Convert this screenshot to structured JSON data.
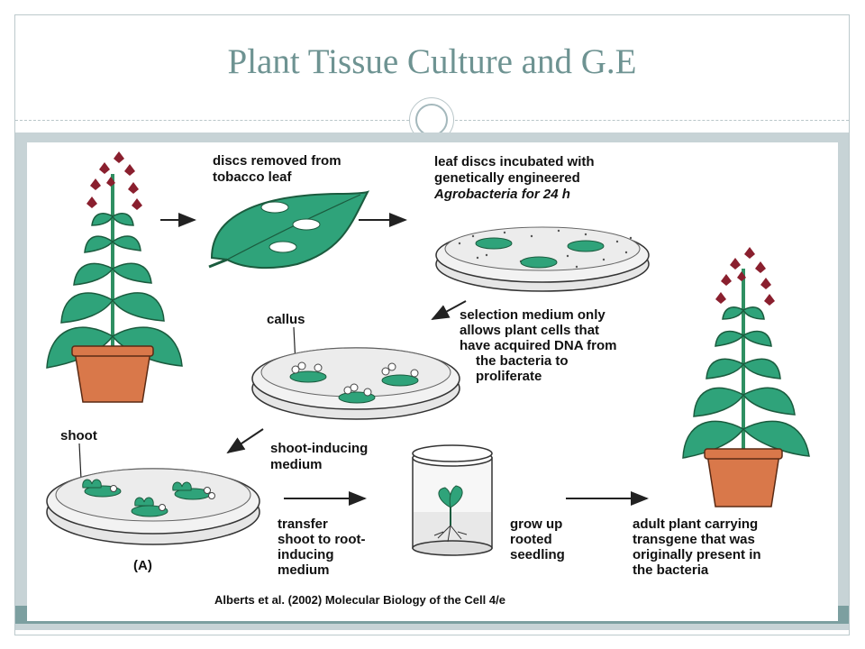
{
  "slide": {
    "title": "Plant Tissue Culture and G.E"
  },
  "figure": {
    "steps": {
      "step1": [
        "discs removed from",
        "tobacco leaf"
      ],
      "step2": [
        "leaf discs incubated with",
        "genetically engineered",
        "Agrobacteria for 24 h"
      ],
      "step3": [
        "selection medium only",
        "allows plant cells that",
        "have acquired DNA from",
        "the bacteria to",
        "proliferate"
      ],
      "step4": [
        "shoot-inducing",
        "medium"
      ],
      "step5": [
        "transfer",
        "shoot to root-",
        "inducing",
        "medium"
      ],
      "step6": [
        "grow up",
        "rooted",
        "seedling"
      ],
      "step7": [
        "adult plant carrying",
        "transgene that was",
        "originally present in",
        "the bacteria"
      ]
    },
    "labels": {
      "callus": "callus",
      "shoot": "shoot",
      "panel": "(A)"
    },
    "citation": "Alberts et al. (2002) Molecular Biology of the Cell 4/e"
  },
  "colors": {
    "title": "#6e9392",
    "leaf_green": "#2fa37a",
    "pot": "#d9784a",
    "flower": "#8a1f2e",
    "frame_band": "#c7d3d6",
    "bottom_band": "#7c9fa0"
  }
}
